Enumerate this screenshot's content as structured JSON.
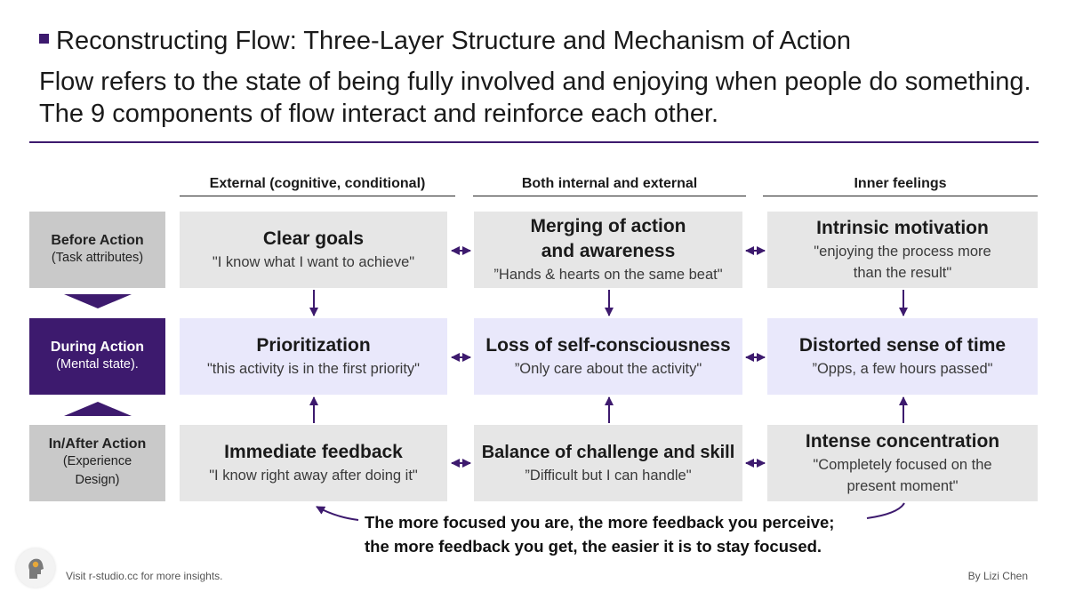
{
  "title": "Reconstructing Flow: Three-Layer Structure and Mechanism of Action",
  "subtitle": "Flow refers to the state of being fully involved and enjoying when people do something. The 9 components of flow interact and reinforce each other.",
  "columns": [
    "External (cognitive, conditional)",
    "Both internal and external",
    "Inner feelings"
  ],
  "rows": [
    {
      "label": "Before Action",
      "sub": "(Task attributes)",
      "cells": [
        {
          "heading": "Clear goals",
          "quote": "\"I know what I want to achieve\""
        },
        {
          "heading": "Merging of action and awareness",
          "quote": "”Hands & hearts on the same beat\""
        },
        {
          "heading": "Intrinsic motivation",
          "quote": "\"enjoying the process more than the result\""
        }
      ]
    },
    {
      "label": "During Action",
      "sub": "(Mental state).",
      "cells": [
        {
          "heading": "Prioritization",
          "quote": "\"this activity is in the first priority\""
        },
        {
          "heading": "Loss of self-consciousness",
          "quote": "”Only care about the activity\""
        },
        {
          "heading": "Distorted sense of time",
          "quote": "”Opps,  a few hours passed\""
        }
      ]
    },
    {
      "label": "In/After Action",
      "sub": "(Experience Design)",
      "cells": [
        {
          "heading": "Immediate feedback",
          "quote": "\"I know right away after doing it\""
        },
        {
          "heading": "Balance of challenge and skill",
          "quote": "”Difficult but I can handle\""
        },
        {
          "heading": "Intense concentration",
          "quote": "\"Completely focused on the present moment\""
        }
      ]
    }
  ],
  "note": {
    "line1": "The more focused you are, the more feedback you perceive;",
    "line2": "the more feedback you get, the easier it is to stay focused."
  },
  "footer": {
    "left": "Visit r-studio.cc for more insights.",
    "right": "By Lizi Chen"
  },
  "colors": {
    "accent": "#3d1a6e",
    "row_label_gray": "#c9c9c9",
    "cell_gray": "#e6e6e6",
    "cell_lavender": "#e9e8fb"
  }
}
